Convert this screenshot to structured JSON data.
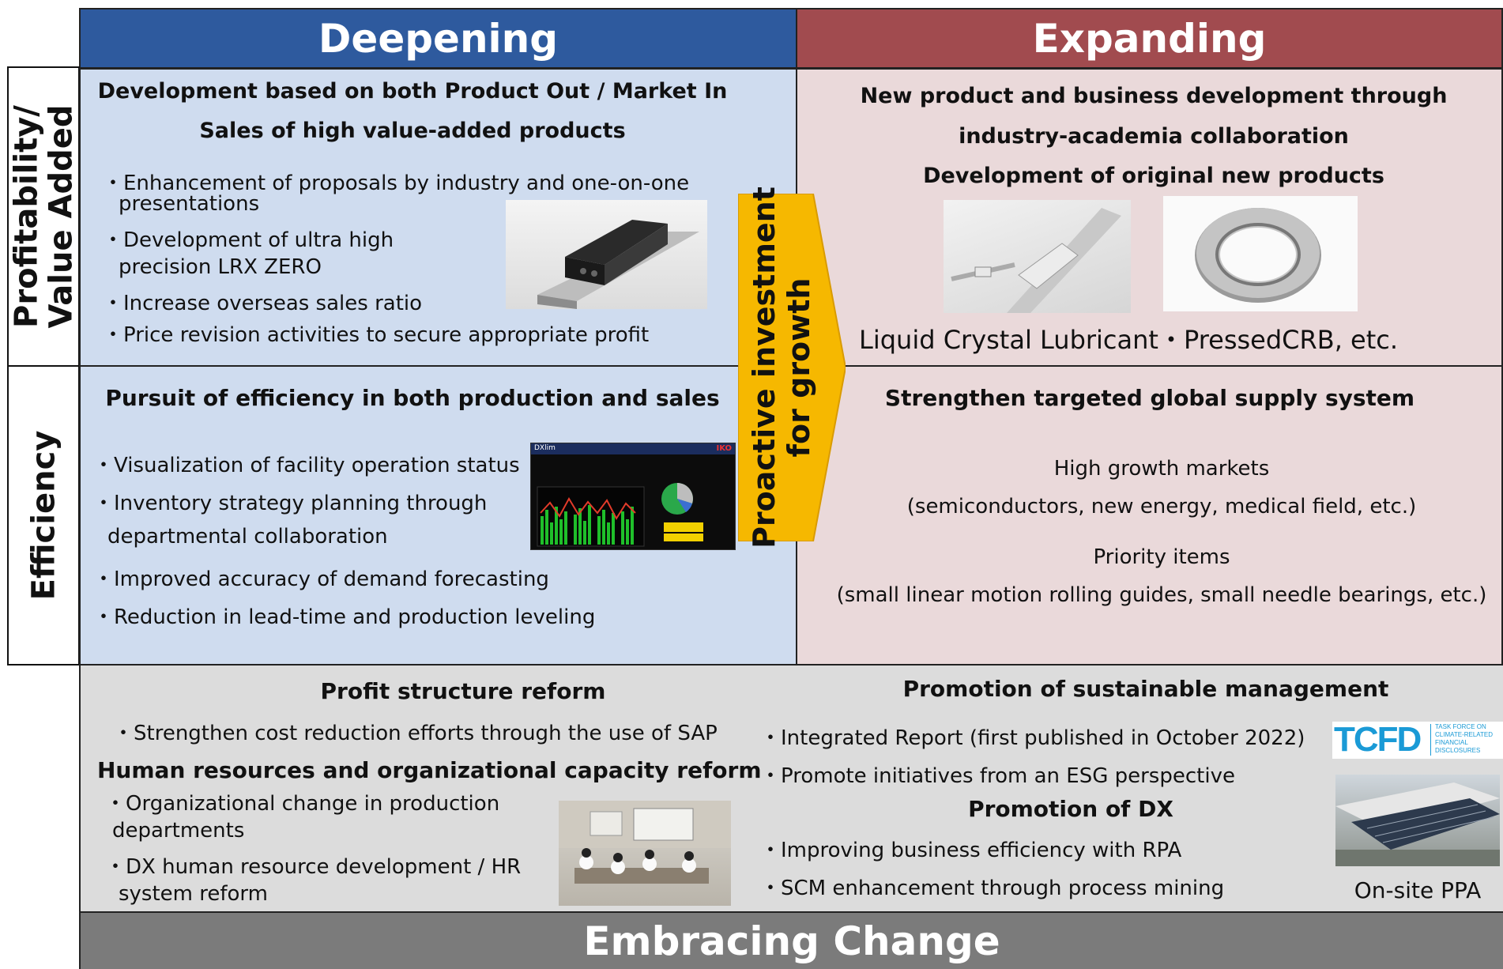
{
  "headers": {
    "deepening": "Deepening",
    "expanding": "Expanding"
  },
  "side_labels": {
    "profitability_line1": "Profitability/",
    "profitability_line2": "Value Added",
    "efficiency": "Efficiency"
  },
  "arrow": {
    "line1": "Proactive investment",
    "line2": "for growth"
  },
  "deepening_profit": {
    "title1": "Development based on both Product Out / Market In",
    "title2": "Sales of high value-added products",
    "bullets": [
      "・Enhancement of proposals by industry and one-on-one",
      "presentations",
      "・Development of ultra high",
      "precision LRX ZERO",
      "・Increase overseas sales ratio",
      "・Price revision activities to secure appropriate profit"
    ]
  },
  "expanding_profit": {
    "title1": "New product and business development through",
    "title2": "industry-academia collaboration",
    "title3": "Development of original new products",
    "caption": "Liquid Crystal Lubricant・PressedCRB, etc."
  },
  "deepening_eff": {
    "title": "Pursuit of efficiency in both production and sales",
    "bullets": [
      "・Visualization of facility operation status",
      "・Inventory strategy planning through",
      "departmental collaboration",
      "・Improved accuracy of demand forecasting",
      "・Reduction in lead-time and production leveling"
    ]
  },
  "expanding_eff": {
    "title": "Strengthen targeted global supply system",
    "line1": "High growth markets",
    "line2": "(semiconductors, new energy, medical field, etc.)",
    "line3": "Priority items",
    "line4": "(small linear motion rolling guides, small needle bearings, etc.)"
  },
  "bottom_left": {
    "title1": "Profit structure reform",
    "bullet1": "・Strengthen cost reduction efforts through the use of SAP",
    "title2": "Human resources and organizational capacity reform",
    "bullets": [
      "・Organizational change in production",
      "departments",
      "・DX human resource development / HR",
      "system reform"
    ]
  },
  "bottom_right": {
    "title1": "Promotion of sustainable management",
    "bullets1": [
      "・Integrated Report (first published in October 2022)",
      "・Promote initiatives from an ESG perspective"
    ],
    "title2": "Promotion of DX",
    "bullets2": [
      "・Improving business efficiency with RPA",
      "・SCM enhancement through process mining"
    ],
    "tcfd_logo": "TCFD",
    "tcfd_sub": [
      "TASK FORCE ON",
      "CLIMATE-RELATED",
      "FINANCIAL",
      "DISCLOSURES"
    ],
    "ppa_caption": "On-site PPA"
  },
  "footer": "Embracing Change",
  "dashboard_brand": "IKO",
  "dashboard_title": "DXlim",
  "colors": {
    "deep_blue": "#2e5a9e",
    "exp_red": "#a14b4f",
    "deep_bg": "#cfdcef",
    "exp_bg": "#ead9da",
    "bottom_bg": "#dcdcdc",
    "footer_bg": "#7b7b7b",
    "arrow": "#f6b800"
  }
}
